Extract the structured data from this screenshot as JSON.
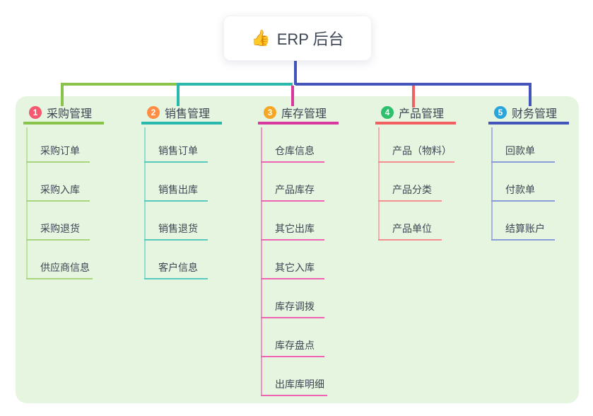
{
  "root": {
    "icon": "👍",
    "label": "ERP 后台"
  },
  "colors": {
    "page_bg": "#ffffff",
    "panel_bg": "#e6f5df",
    "card_bg": "#ffffff",
    "root_line": "#4355bb",
    "text": "#3d4554"
  },
  "branches": [
    {
      "number": "1",
      "label": "采购管理",
      "color": {
        "badge": "#f6586f",
        "line": "#8ac34a",
        "child_line": "#a9d57c",
        "rail": "#bfe19e"
      },
      "children": [
        "采购订单",
        "采购入库",
        "采购退货",
        "供应商信息"
      ]
    },
    {
      "number": "2",
      "label": "销售管理",
      "color": {
        "badge": "#ff8e44",
        "line": "#29b8ad",
        "child_line": "#5ac9be",
        "rail": "#8edcd4"
      },
      "children": [
        "销售订单",
        "销售出库",
        "销售退货",
        "客户信息"
      ]
    },
    {
      "number": "3",
      "label": "库存管理",
      "color": {
        "badge": "#f5a623",
        "line": "#d8379d",
        "child_line": "#ee64b1",
        "rail": "#f190c6"
      },
      "children": [
        "仓库信息",
        "产品库存",
        "其它出库",
        "其它入库",
        "库存调拨",
        "库存盘点",
        "出库库明细"
      ]
    },
    {
      "number": "4",
      "label": "产品管理",
      "color": {
        "badge": "#2ec06c",
        "line": "#f15f60",
        "child_line": "#f48f90",
        "rail": "#f7adae"
      },
      "children": [
        "产品（物料）",
        "产品分类",
        "产品单位"
      ]
    },
    {
      "number": "5",
      "label": "财务管理",
      "color": {
        "badge": "#2aa5dc",
        "line": "#4355bb",
        "child_line": "#8a9cd8",
        "rail": "#a6b3e2"
      },
      "children": [
        "回款单",
        "付款单",
        "结算账户"
      ]
    }
  ]
}
